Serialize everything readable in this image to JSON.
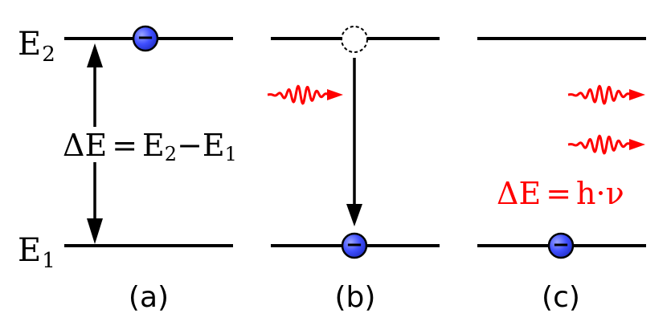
{
  "levels": {
    "upper": {
      "symbol": "E",
      "subscript": "2"
    },
    "lower": {
      "symbol": "E",
      "subscript": "1"
    }
  },
  "gap_equation": {
    "delta_e": "ΔE",
    "eq": "=",
    "e2": "E",
    "e2_sub": "2",
    "minus": "−",
    "e1": "E",
    "e1_sub": "1"
  },
  "photon_equation": {
    "delta_e": "ΔE",
    "eq": "=",
    "rhs": "h·ν"
  },
  "electron_sign": "−",
  "panels": [
    {
      "label": "(a)"
    },
    {
      "label": "(b)"
    },
    {
      "label": "(c)"
    }
  ],
  "colors": {
    "line": "#000000",
    "photon": "#ff0000",
    "electron_fill": "#3f4fff",
    "electron_stroke": "#000000",
    "equation_red": "#ff0000"
  },
  "icons": {
    "electron": "electron-icon",
    "photon": "photon-wave-icon",
    "vacancy": "vacancy-circle-icon"
  }
}
